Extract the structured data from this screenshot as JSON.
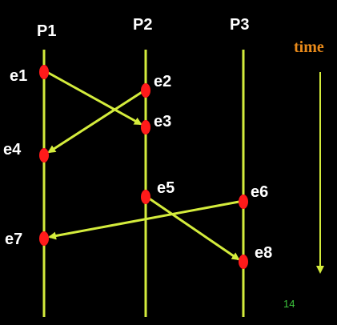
{
  "processes": [
    {
      "label": "P1"
    },
    {
      "label": "P2"
    },
    {
      "label": "P3"
    }
  ],
  "events": [
    {
      "label": "e1",
      "process": "P1"
    },
    {
      "label": "e2",
      "process": "P2"
    },
    {
      "label": "e3",
      "process": "P2"
    },
    {
      "label": "e4",
      "process": "P1"
    },
    {
      "label": "e5",
      "process": "P2"
    },
    {
      "label": "e6",
      "process": "P3"
    },
    {
      "label": "e7",
      "process": "P1"
    },
    {
      "label": "e8",
      "process": "P3"
    }
  ],
  "messages": [
    {
      "from": "e1",
      "to": "e3"
    },
    {
      "from": "e2",
      "to": "e4"
    },
    {
      "from": "e6",
      "to": "e7"
    },
    {
      "from": "e5",
      "to": "e8"
    }
  ],
  "time_label": "time",
  "slide_number": "14",
  "colors": {
    "background": "#000000",
    "timeline": "#d4ec3c",
    "event": "#ff1a1a",
    "text": "#ffffff",
    "time_label": "#e98a1a",
    "slide_number": "#3cc43c"
  }
}
